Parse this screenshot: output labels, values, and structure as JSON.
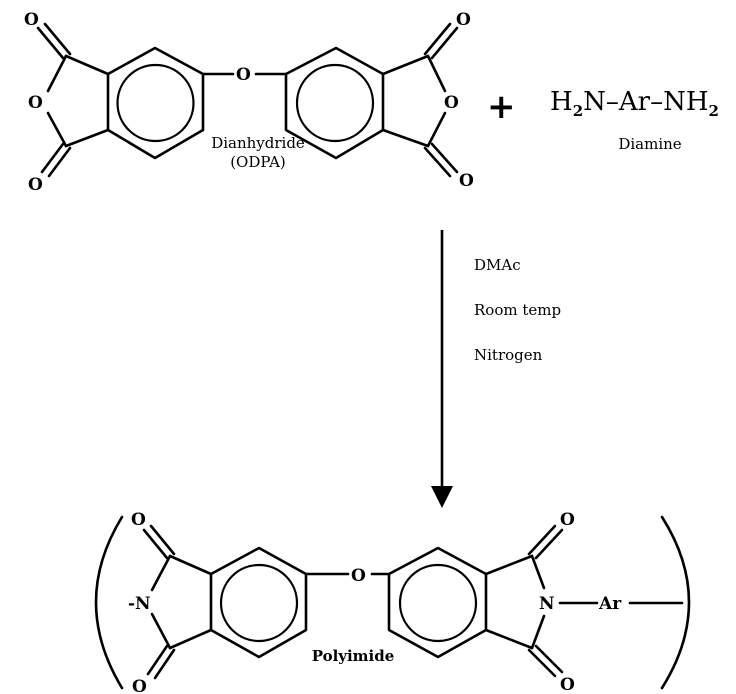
{
  "reactants": {
    "dianhydride": {
      "name_line1": "Dianhydride",
      "name_line2": "(ODPA)",
      "atoms": {
        "o_bridge": "O",
        "left_ring_o": "O",
        "left_carbonyl_top": "O",
        "left_carbonyl_bottom": "O",
        "right_ring_o": "O",
        "right_carbonyl_top": "O",
        "right_carbonyl_bottom": "O"
      }
    },
    "plus_sign": "+",
    "diamine": {
      "formula_part1": "H",
      "formula_sub1": "2",
      "formula_part2": "N–Ar–NH",
      "formula_sub2": "2",
      "name": "Diamine"
    }
  },
  "conditions": {
    "solvent": "DMAc",
    "temperature": "Room temp",
    "atmosphere": "Nitrogen"
  },
  "product": {
    "name": "Polyimide",
    "atoms": {
      "o_bridge": "O",
      "left_n": "-N",
      "left_carbonyl_top": "O",
      "left_carbonyl_bottom": "O",
      "right_n": "N",
      "right_carbonyl_top": "O",
      "right_carbonyl_bottom": "O",
      "ar": "Ar"
    }
  }
}
